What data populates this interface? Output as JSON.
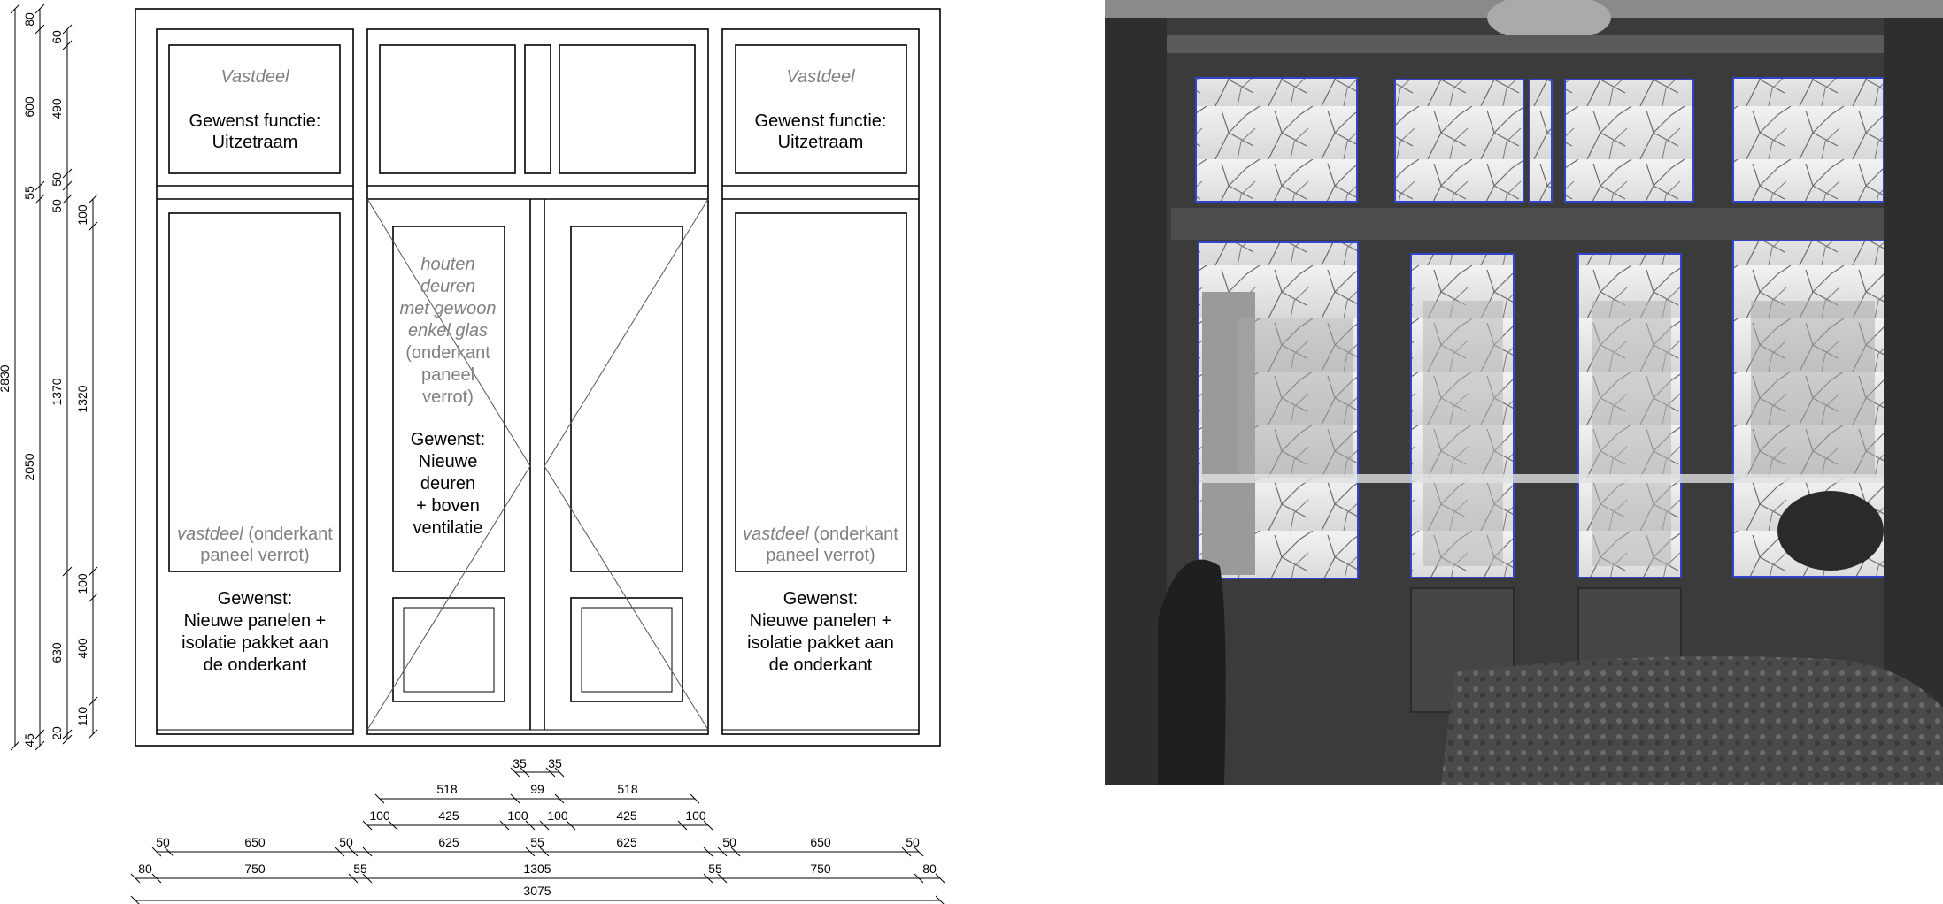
{
  "drawing": {
    "left_panel": {
      "top_title": "Vastdeel",
      "top_line1": "Gewenst functie:",
      "top_line2": "Uitzetraam",
      "bottom_note_italic": "vastdeel",
      "bottom_note_rest": " (onderkant",
      "bottom_note_line2": "paneel verrot)",
      "wish_line1": "Gewenst:",
      "wish_line2": "Nieuwe panelen +",
      "wish_line3": "isolatie pakket aan",
      "wish_line4": "de onderkant"
    },
    "right_panel": {
      "top_title": "Vastdeel",
      "top_line1": "Gewenst functie:",
      "top_line2": "Uitzetraam",
      "bottom_note_italic": "vastdeel",
      "bottom_note_rest": " (onderkant",
      "bottom_note_line2": "paneel verrot)",
      "wish_line1": "Gewenst:",
      "wish_line2": "Nieuwe panelen +",
      "wish_line3": "isolatie pakket aan",
      "wish_line4": "de onderkant"
    },
    "center_doors": {
      "note_italic_1": "houten",
      "note_italic_2": "deuren",
      "note_italic_3": "met gewoon",
      "note_italic_4": "enkel glas",
      "note_5": "(onderkant",
      "note_6": "paneel",
      "note_7": "verrot)",
      "wish_1": "Gewenst:",
      "wish_2": "Nieuwe",
      "wish_3": "deuren",
      "wish_4": "+ boven",
      "wish_5": "ventilatie"
    },
    "dims_vertical": {
      "col1": [
        "2830"
      ],
      "col2": [
        "80",
        "600",
        "55",
        "2050",
        "45"
      ],
      "col3": [
        "60",
        "490",
        "50",
        "50",
        "1370",
        "630",
        "20"
      ],
      "col4": [
        "100",
        "1320",
        "100",
        "400",
        "110"
      ]
    },
    "dims_horizontal": {
      "row1": [
        "35",
        "35"
      ],
      "row2": [
        "518",
        "99",
        "518"
      ],
      "row3": [
        "100",
        "425",
        "100",
        "100",
        "425",
        "100"
      ],
      "row4": [
        "50",
        "650",
        "50",
        "625",
        "55",
        "625",
        "50",
        "650",
        "50"
      ],
      "row5": [
        "80",
        "750",
        "55",
        "1305",
        "55",
        "750",
        "80"
      ],
      "row6": [
        "3075"
      ]
    }
  },
  "photo": {
    "subject": "window-photo"
  }
}
